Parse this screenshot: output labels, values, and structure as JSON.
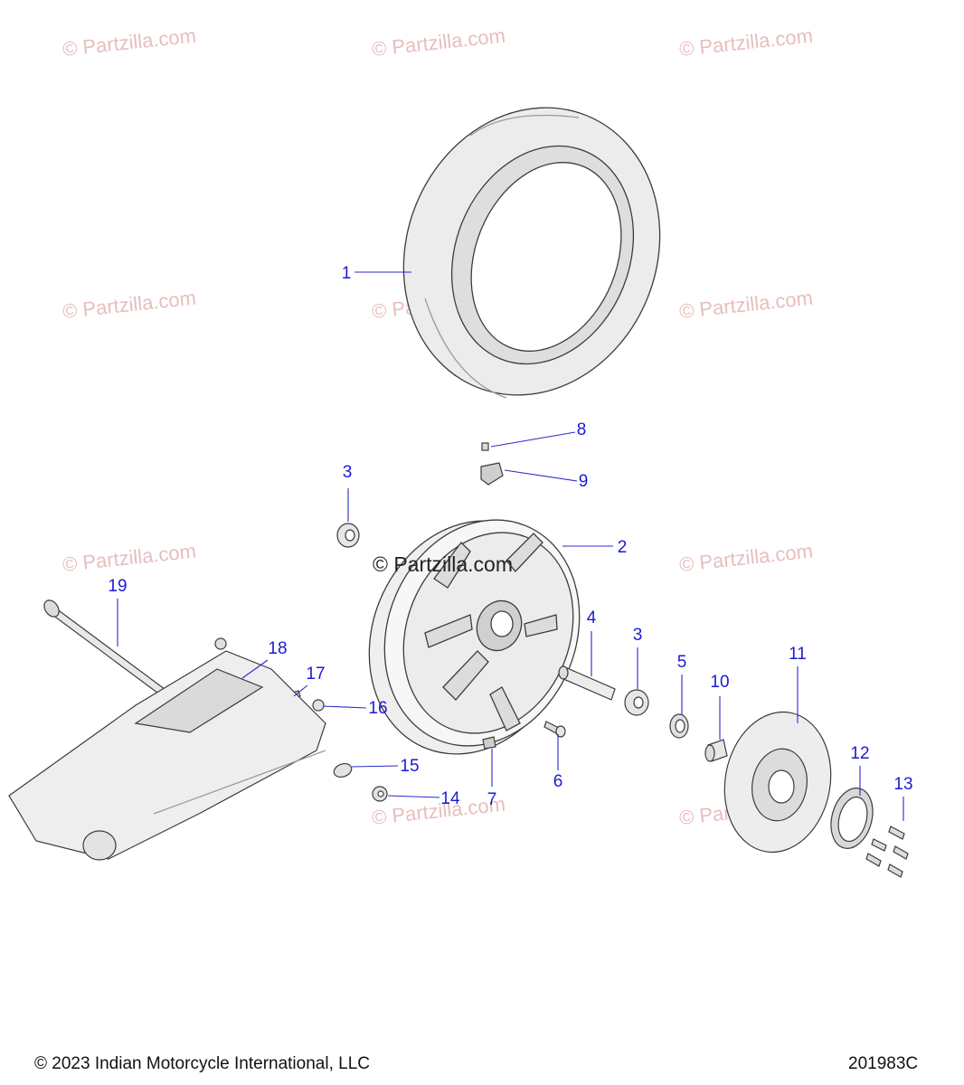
{
  "colors": {
    "callout": "#1b1bd6",
    "leader": "#2a2acc",
    "line": "#3c3c3c",
    "fill": "#ececec",
    "shade": "#d6d6d6",
    "watermark": "#e7bebe"
  },
  "watermark_text": "© Partzilla.com",
  "center_watermark_text": "© Partzilla.com",
  "callouts": [
    {
      "num": "1",
      "part": "tire"
    },
    {
      "num": "2",
      "part": "wheel"
    },
    {
      "num": "3",
      "part": "bearing-left"
    },
    {
      "num": "3",
      "part": "bearing-right"
    },
    {
      "num": "4",
      "part": "spacer"
    },
    {
      "num": "5",
      "part": "seal"
    },
    {
      "num": "6",
      "part": "valve-stem"
    },
    {
      "num": "7",
      "part": "balance-weight"
    },
    {
      "num": "8",
      "part": "valve-screw"
    },
    {
      "num": "9",
      "part": "valve-sensor"
    },
    {
      "num": "10",
      "part": "bushing"
    },
    {
      "num": "11",
      "part": "brake-rotor"
    },
    {
      "num": "12",
      "part": "abs-tone-ring"
    },
    {
      "num": "13",
      "part": "rotor-bolts"
    },
    {
      "num": "14",
      "part": "nut"
    },
    {
      "num": "15",
      "part": "washer"
    },
    {
      "num": "16",
      "part": "nut-small"
    },
    {
      "num": "17",
      "part": "bolt"
    },
    {
      "num": "18",
      "part": "bushing-small"
    },
    {
      "num": "19",
      "part": "axle"
    }
  ],
  "footer": {
    "copyright": "© 2023 Indian Motorcycle International, LLC",
    "code": "201983C"
  }
}
